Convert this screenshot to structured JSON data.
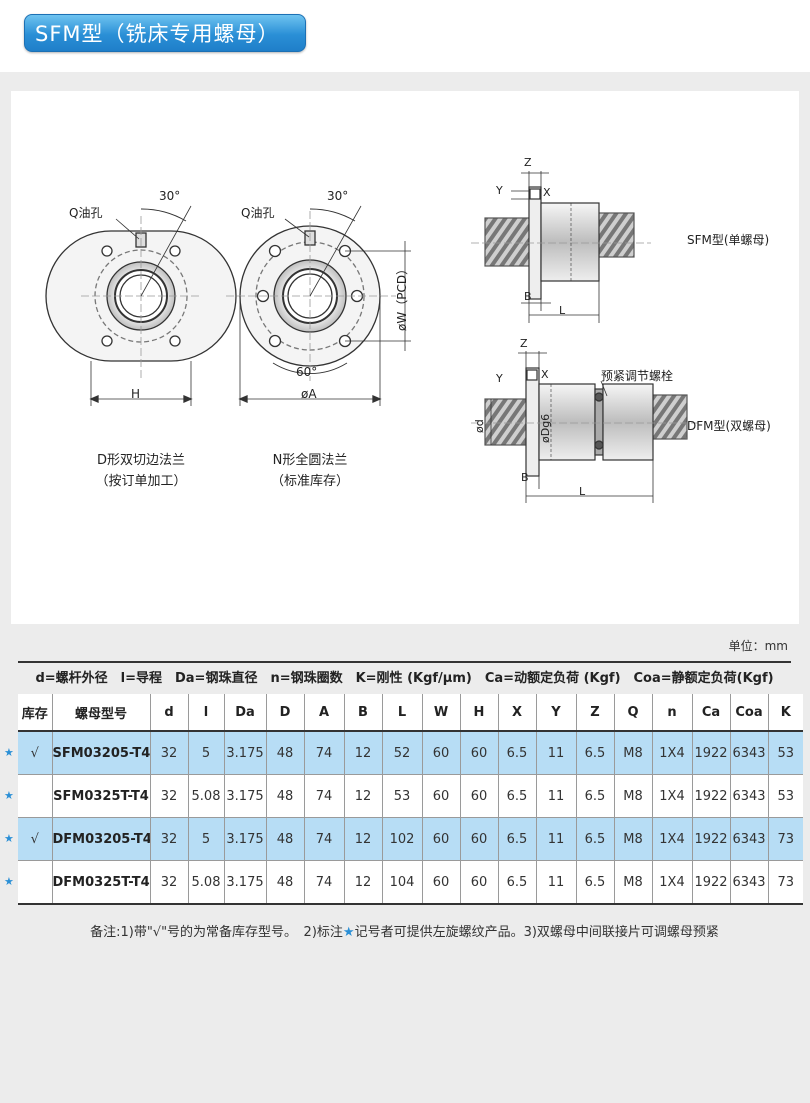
{
  "title": "SFM型（铣床专用螺母）",
  "drawing": {
    "labels": {
      "oil_hole_left": "Q油孔",
      "oil_hole_right": "Q油孔",
      "angle_30_left": "30°",
      "angle_30_right": "30°",
      "angle_60": "60°",
      "dim_h": "H",
      "dim_a": "øA",
      "dim_w_pcd": "øW（PCD）",
      "dim_z_top": "Z",
      "dim_y_top": "Y",
      "dim_x_top": "X",
      "dim_b_top": "B",
      "dim_l_top": "L",
      "dim_z_bot": "Z",
      "dim_y_bot": "Y",
      "dim_x_bot": "X",
      "dim_b_bot": "B",
      "dim_l_bot": "L",
      "dim_d": "ød",
      "dim_dg6": "øDg6",
      "preload_bolt": "预紧调节螺栓",
      "sfm_label": "SFM型(单螺母)",
      "dfm_label": "DFM型(双螺母)"
    },
    "captions": {
      "d_flange_line1": "D形双切边法兰",
      "d_flange_line2": "（按订单加工）",
      "n_flange_line1": "N形全圆法兰",
      "n_flange_line2": "（标准库存）"
    }
  },
  "unit": "单位：mm",
  "legend": "d=螺杆外径　l=导程　Da=钢珠直径　n=钢珠圈数　K=刚性 (Kgf/μm)　Ca=动额定负荷 (Kgf)　Coa=静额定负荷(Kgf)",
  "table": {
    "headers": [
      "库存",
      "螺母型号",
      "d",
      "l",
      "Da",
      "D",
      "A",
      "B",
      "L",
      "W",
      "H",
      "X",
      "Y",
      "Z",
      "Q",
      "n",
      "Ca",
      "Coa",
      "K"
    ],
    "rows": [
      [
        "√",
        "SFM03205-T4",
        "32",
        "5",
        "3.175",
        "48",
        "74",
        "12",
        "52",
        "60",
        "60",
        "6.5",
        "11",
        "6.5",
        "M8",
        "1X4",
        "1922",
        "6343",
        "53"
      ],
      [
        "",
        "SFM0325T-T4",
        "32",
        "5.08",
        "3.175",
        "48",
        "74",
        "12",
        "53",
        "60",
        "60",
        "6.5",
        "11",
        "6.5",
        "M8",
        "1X4",
        "1922",
        "6343",
        "53"
      ],
      [
        "√",
        "DFM03205-T4",
        "32",
        "5",
        "3.175",
        "48",
        "74",
        "12",
        "102",
        "60",
        "60",
        "6.5",
        "11",
        "6.5",
        "M8",
        "1X4",
        "1922",
        "6343",
        "73"
      ],
      [
        "",
        "DFM0325T-T4",
        "32",
        "5.08",
        "3.175",
        "48",
        "74",
        "12",
        "104",
        "60",
        "60",
        "6.5",
        "11",
        "6.5",
        "M8",
        "1X4",
        "1922",
        "6343",
        "73"
      ]
    ],
    "highlight_color": "#b7ddf5"
  },
  "star_glyph": "★",
  "note": {
    "part1": "备注:1)带\"√\"号的为常备库存型号。　2)标注",
    "star": "★",
    "part2": "记号者可提供左旋螺纹产品。3)双螺母中间联接片可调螺母预紧"
  }
}
